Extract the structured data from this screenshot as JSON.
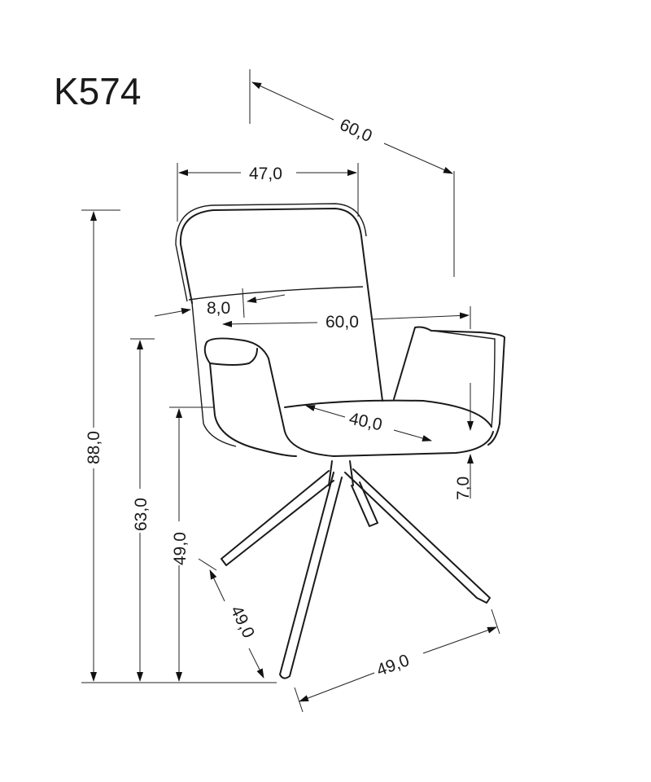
{
  "title": "K574",
  "dimensions": {
    "overall_depth": "60,0",
    "backrest_width": "47,0",
    "overall_height": "88,0",
    "cushion_thickness": "8,0",
    "armrest_width": "60,0",
    "seat_depth": "40,0",
    "armrest_height": "63,0",
    "seat_height": "49,0",
    "seat_thickness": "7,0",
    "base_side": "49,0",
    "base_front": "49,0"
  }
}
